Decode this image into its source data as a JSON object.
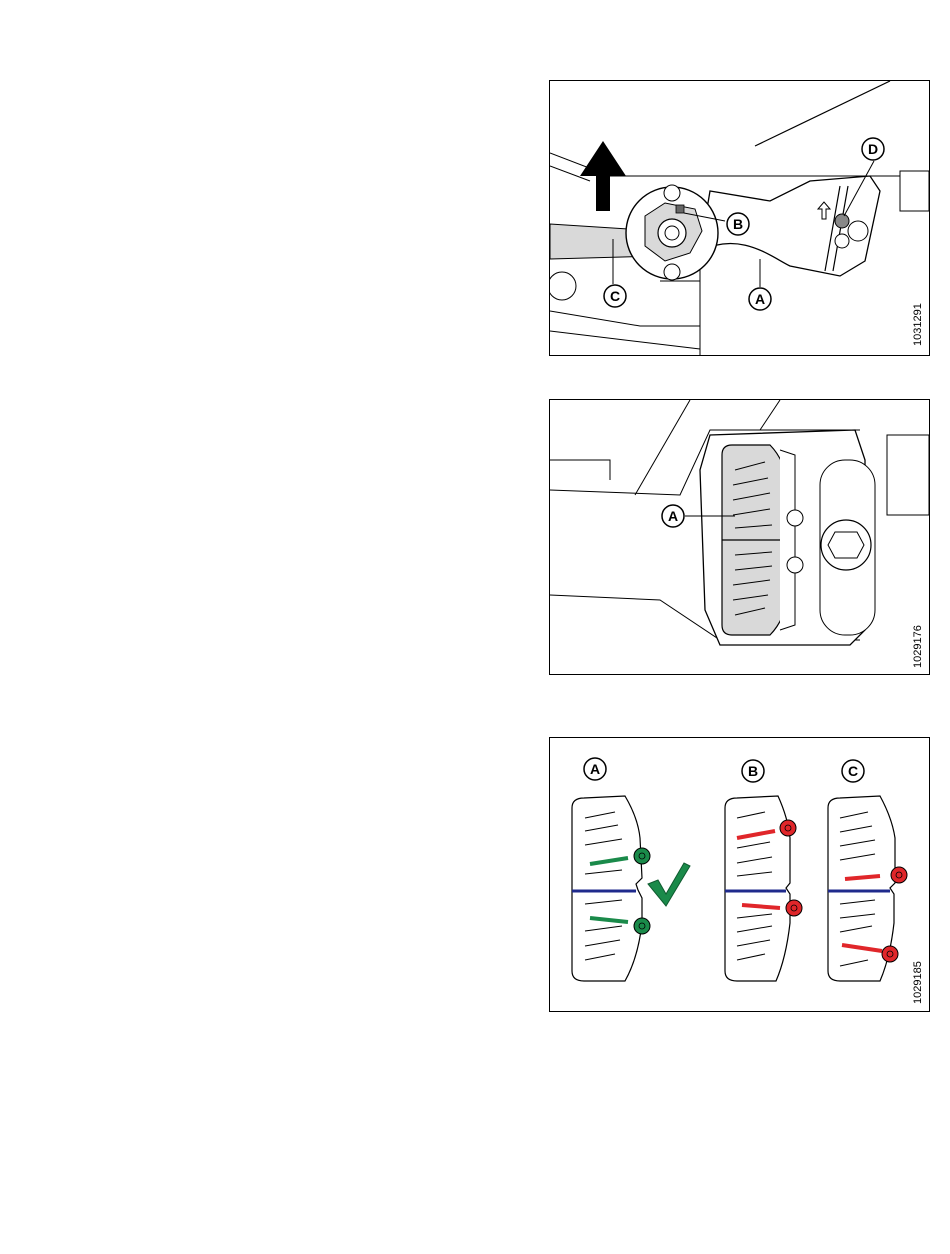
{
  "figures": [
    {
      "id": "1031291",
      "callouts": {
        "a": "A",
        "b": "B",
        "c": "C",
        "d": "D"
      }
    },
    {
      "id": "1029176",
      "callouts": {
        "a": "A"
      }
    },
    {
      "id": "1029185",
      "callouts": {
        "a": "A",
        "b": "B",
        "c": "C"
      },
      "icons": {
        "check": "check-mark-icon"
      },
      "colors": {
        "ok": "#1a8a4a",
        "bad": "#e0262a",
        "center_line": "#1f2a8c"
      }
    }
  ]
}
